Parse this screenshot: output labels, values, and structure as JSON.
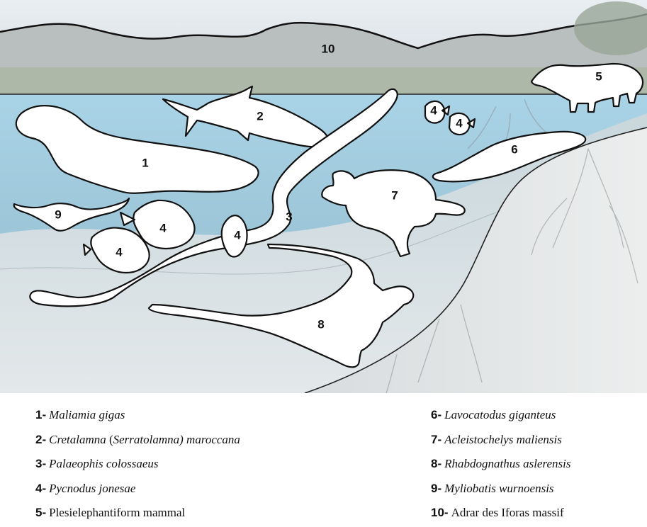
{
  "labels": {
    "n1": "1",
    "n2": "2",
    "n3": "3",
    "n4": "4",
    "n5": "5",
    "n6": "6",
    "n7": "7",
    "n8": "8",
    "n9": "9",
    "n10": "10"
  },
  "legend": {
    "left": [
      {
        "num": "1-",
        "pre": "",
        "italic": "Maliamia gigas",
        "mid": "",
        "italic2": "",
        "post": ""
      },
      {
        "num": "2-",
        "pre": "",
        "italic": "Cretalamna",
        "mid": " (",
        "italic2": "Serratolamna",
        "post": ") maroccana"
      },
      {
        "num": "3-",
        "pre": "",
        "italic": "Palaeophis colossaeus",
        "mid": "",
        "italic2": "",
        "post": ""
      },
      {
        "num": "4-",
        "pre": "",
        "italic": "Pycnodus jonesae",
        "mid": "",
        "italic2": "",
        "post": ""
      },
      {
        "num": "5-",
        "pre": "Plesielephantiform mammal",
        "italic": "",
        "mid": "",
        "italic2": "",
        "post": ""
      }
    ],
    "right": [
      {
        "num": "6-",
        "pre": "",
        "italic": "Lavocatodus giganteus"
      },
      {
        "num": "7-",
        "pre": "",
        "italic": "Acleistochelys maliensis"
      },
      {
        "num": "8-",
        "pre": "",
        "italic": "Rhabdognathus aslerensis"
      },
      {
        "num": "9-",
        "pre": "",
        "italic": "Myliobatis wurnoensis"
      },
      {
        "num": "10-",
        "pre": "Adrar des Iforas massif",
        "italic": ""
      }
    ]
  }
}
